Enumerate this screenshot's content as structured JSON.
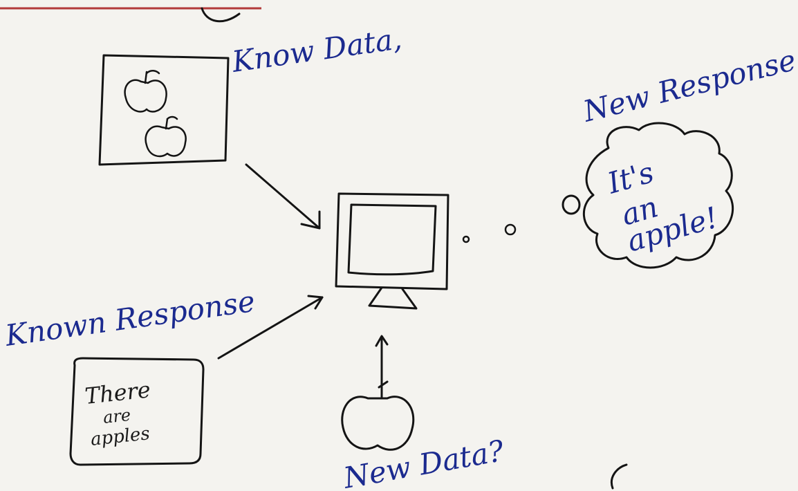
{
  "labels": {
    "known_data": "Know Data,",
    "new_response": "New Response.",
    "known_response": "Known Response",
    "new_data": "New Data?"
  },
  "notes": {
    "known_response_card": [
      "There",
      "are",
      "apples"
    ],
    "thought_bubble": [
      "It's",
      "an",
      "apple!"
    ]
  },
  "colors": {
    "blue_ink": "#1b2a8f",
    "black_ink": "#141414",
    "margin_red": "#b23a3a",
    "paper": "#f4f3ef"
  }
}
